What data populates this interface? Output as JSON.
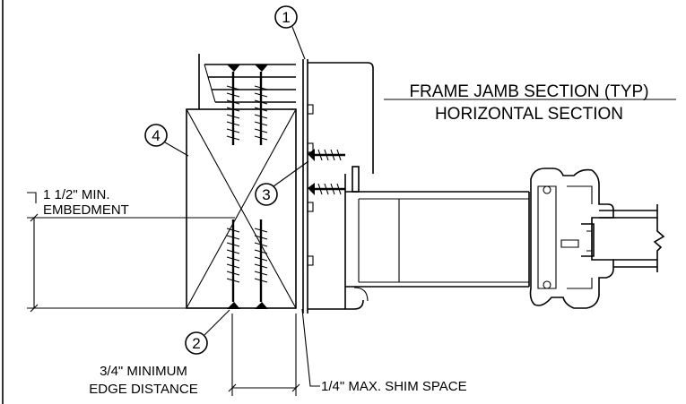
{
  "title": {
    "line1": "FRAME JAMB SECTION (TYP)",
    "line2": "HORIZONTAL SECTION"
  },
  "callouts": [
    "1",
    "2",
    "3",
    "4"
  ],
  "notes": {
    "embedment_line1": "1 1/2\" MIN.",
    "embedment_line2": "EMBEDMENT",
    "edge_line1": "3/4\" MINIMUM",
    "edge_line2": "EDGE DISTANCE",
    "shim": "1/4\" MAX. SHIM SPACE"
  }
}
